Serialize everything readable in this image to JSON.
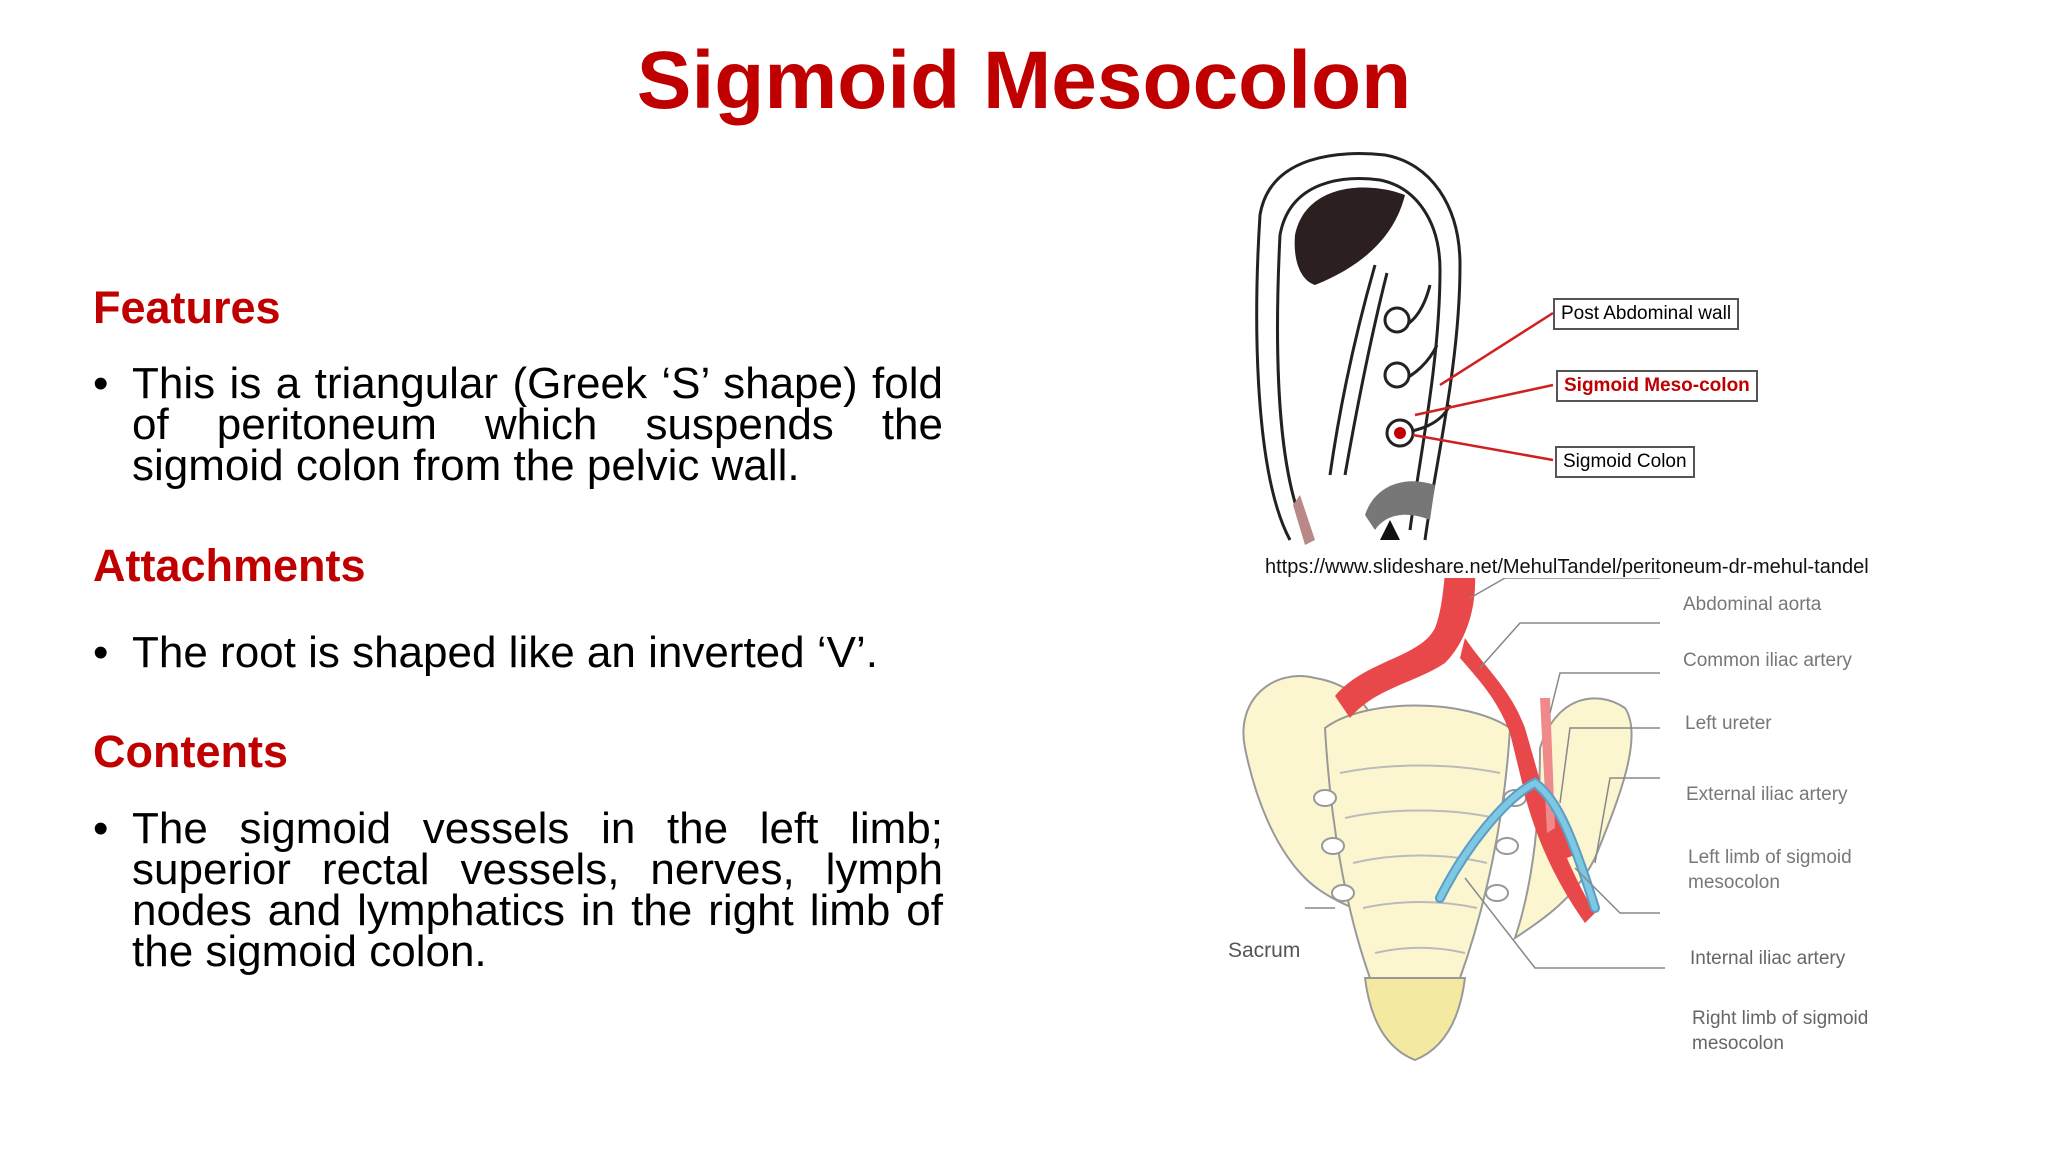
{
  "title": "Sigmoid Mesocolon",
  "sections": [
    {
      "heading": "Features",
      "bullet": "This is a triangular (Greek ‘S’ shape) fold of peritoneum which suspends the sigmoid colon from the pelvic wall."
    },
    {
      "heading": "Attachments",
      "bullet": "The root is shaped like an inverted ‘V’."
    },
    {
      "heading": "Contents",
      "bullet": "The sigmoid vessels in the left limb; superior rectal vessels, nerves, lymph nodes and lymphatics in the right limb of the sigmoid colon."
    }
  ],
  "bullet_symbol": "•",
  "figure_top": {
    "labels": [
      "Post Abdominal wall",
      "Sigmoid Meso-colon",
      "Sigmoid Colon"
    ],
    "source": "https://www.slideshare.net/MehulTandel/peritoneum-dr-mehul-tandel"
  },
  "figure_bottom": {
    "labels": [
      "Abdominal aorta",
      "Common iliac artery",
      "Left ureter",
      "External iliac artery",
      "Left limb of sigmoid mesocolon",
      "Internal iliac artery",
      "Right limb of sigmoid mesocolon",
      "Sacrum"
    ]
  },
  "colors": {
    "accent": "#c00000",
    "artery": "#e9484a",
    "mesocolon": "#7ec8e3",
    "bone": "#fbf6cf"
  }
}
